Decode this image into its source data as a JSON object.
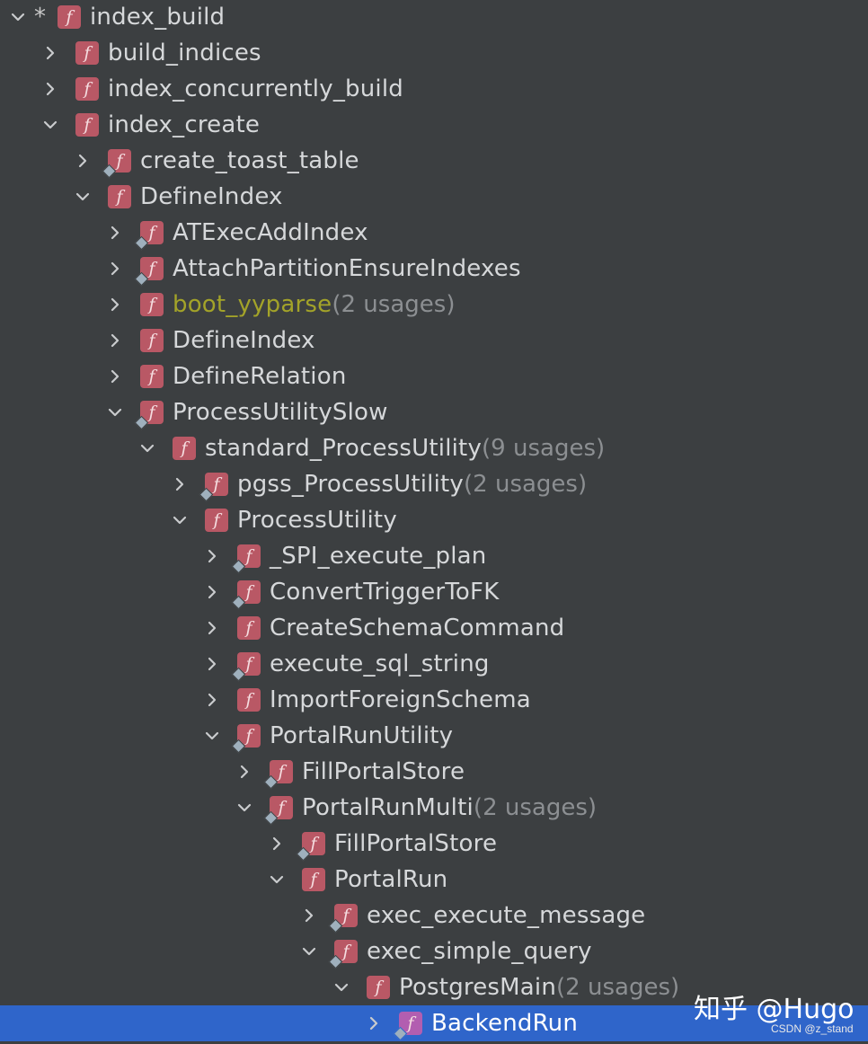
{
  "tree": [
    {
      "label": "index_build",
      "expanded": true,
      "starred": true,
      "overlay": false,
      "usages": "",
      "style": "normal",
      "selected": false
    },
    {
      "label": "build_indices",
      "expanded": false,
      "starred": false,
      "overlay": false,
      "usages": "",
      "style": "normal",
      "selected": false
    },
    {
      "label": "index_concurrently_build",
      "expanded": false,
      "starred": false,
      "overlay": false,
      "usages": "",
      "style": "normal",
      "selected": false
    },
    {
      "label": "index_create",
      "expanded": true,
      "starred": false,
      "overlay": false,
      "usages": "",
      "style": "normal",
      "selected": false
    },
    {
      "label": "create_toast_table",
      "expanded": false,
      "starred": false,
      "overlay": true,
      "usages": "",
      "style": "normal",
      "selected": false
    },
    {
      "label": "DefineIndex",
      "expanded": true,
      "starred": false,
      "overlay": false,
      "usages": "",
      "style": "normal",
      "selected": false
    },
    {
      "label": "ATExecAddIndex",
      "expanded": false,
      "starred": false,
      "overlay": true,
      "usages": "",
      "style": "normal",
      "selected": false
    },
    {
      "label": "AttachPartitionEnsureIndexes",
      "expanded": false,
      "starred": false,
      "overlay": true,
      "usages": "",
      "style": "normal",
      "selected": false
    },
    {
      "label": "boot_yyparse",
      "expanded": false,
      "starred": false,
      "overlay": false,
      "usages": "(2 usages)",
      "style": "olive",
      "selected": false
    },
    {
      "label": "DefineIndex",
      "expanded": false,
      "starred": false,
      "overlay": false,
      "usages": "",
      "style": "normal",
      "selected": false
    },
    {
      "label": "DefineRelation",
      "expanded": false,
      "starred": false,
      "overlay": false,
      "usages": "",
      "style": "normal",
      "selected": false
    },
    {
      "label": "ProcessUtilitySlow",
      "expanded": true,
      "starred": false,
      "overlay": true,
      "usages": "",
      "style": "normal",
      "selected": false
    },
    {
      "label": "standard_ProcessUtility",
      "expanded": true,
      "starred": false,
      "overlay": false,
      "usages": "(9 usages)",
      "style": "normal",
      "selected": false
    },
    {
      "label": "pgss_ProcessUtility",
      "expanded": false,
      "starred": false,
      "overlay": true,
      "usages": "(2 usages)",
      "style": "normal",
      "selected": false
    },
    {
      "label": "ProcessUtility",
      "expanded": true,
      "starred": false,
      "overlay": false,
      "usages": "",
      "style": "normal",
      "selected": false
    },
    {
      "label": "_SPI_execute_plan",
      "expanded": false,
      "starred": false,
      "overlay": true,
      "usages": "",
      "style": "normal",
      "selected": false
    },
    {
      "label": "ConvertTriggerToFK",
      "expanded": false,
      "starred": false,
      "overlay": true,
      "usages": "",
      "style": "normal",
      "selected": false
    },
    {
      "label": "CreateSchemaCommand",
      "expanded": false,
      "starred": false,
      "overlay": false,
      "usages": "",
      "style": "normal",
      "selected": false
    },
    {
      "label": "execute_sql_string",
      "expanded": false,
      "starred": false,
      "overlay": true,
      "usages": "",
      "style": "normal",
      "selected": false
    },
    {
      "label": "ImportForeignSchema",
      "expanded": false,
      "starred": false,
      "overlay": false,
      "usages": "",
      "style": "normal",
      "selected": false
    },
    {
      "label": "PortalRunUtility",
      "expanded": true,
      "starred": false,
      "overlay": true,
      "usages": "",
      "style": "normal",
      "selected": false
    },
    {
      "label": "FillPortalStore",
      "expanded": false,
      "starred": false,
      "overlay": true,
      "usages": "",
      "style": "normal",
      "selected": false
    },
    {
      "label": "PortalRunMulti",
      "expanded": true,
      "starred": false,
      "overlay": true,
      "usages": "(2 usages)",
      "style": "normal",
      "selected": false
    },
    {
      "label": "FillPortalStore",
      "expanded": false,
      "starred": false,
      "overlay": true,
      "usages": "",
      "style": "normal",
      "selected": false
    },
    {
      "label": "PortalRun",
      "expanded": true,
      "starred": false,
      "overlay": false,
      "usages": "",
      "style": "normal",
      "selected": false
    },
    {
      "label": "exec_execute_message",
      "expanded": false,
      "starred": false,
      "overlay": true,
      "usages": "",
      "style": "normal",
      "selected": false
    },
    {
      "label": "exec_simple_query",
      "expanded": true,
      "starred": false,
      "overlay": true,
      "usages": "",
      "style": "normal",
      "selected": false
    },
    {
      "label": "PostgresMain",
      "expanded": true,
      "starred": false,
      "overlay": false,
      "usages": "(2 usages)",
      "style": "normal",
      "selected": false
    },
    {
      "label": "BackendRun",
      "expanded": false,
      "starred": false,
      "overlay": true,
      "usages": "",
      "style": "normal",
      "selected": true
    }
  ],
  "watermark": {
    "main": "知乎 @Hugo",
    "sub": "CSDN @z_stand"
  },
  "colors": {
    "background": "#3c3f41",
    "selection": "#2f65ca",
    "function_icon": "#b95865",
    "text": "#d6d8da",
    "usages_text": "#8c8f92",
    "highlight_text": "#a3a329"
  }
}
